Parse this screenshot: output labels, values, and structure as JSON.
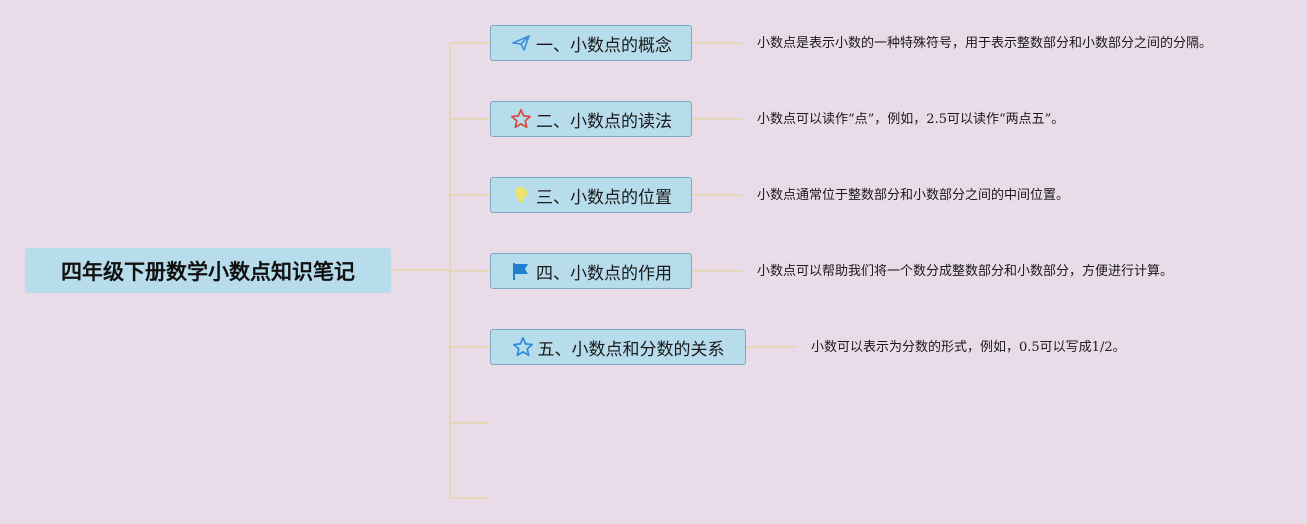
{
  "root": {
    "title": "四年级下册数学小数点知识笔记"
  },
  "topics": [
    {
      "label": "一、小数点的概念",
      "icon": "paper-plane-icon",
      "desc": "小数点是表示小数的一种特殊符号，用于表示整数部分和小数部分之间的分隔。"
    },
    {
      "label": "二、小数点的读法",
      "icon": "star-outline-icon",
      "desc": "小数点可以读作“点”，例如，2.5可以读作“两点五”。"
    },
    {
      "label": "三、小数点的位置",
      "icon": "lightbulb-icon",
      "desc": "小数点通常位于整数部分和小数部分之间的中间位置。"
    },
    {
      "label": "四、小数点的作用",
      "icon": "flag-icon",
      "desc": "小数点可以帮助我们将一个数分成整数部分和小数部分，方便进行计算。"
    },
    {
      "label": "五、小数点和分数的关系",
      "icon": "star-icon",
      "desc": "小数可以表示为分数的形式，例如，0.5可以写成1/2。"
    }
  ],
  "colors": {
    "background": "#eadbe8",
    "node_fill": "#b7dcec",
    "node_border": "#7fa9bd",
    "connector": "#e6d7b8"
  }
}
